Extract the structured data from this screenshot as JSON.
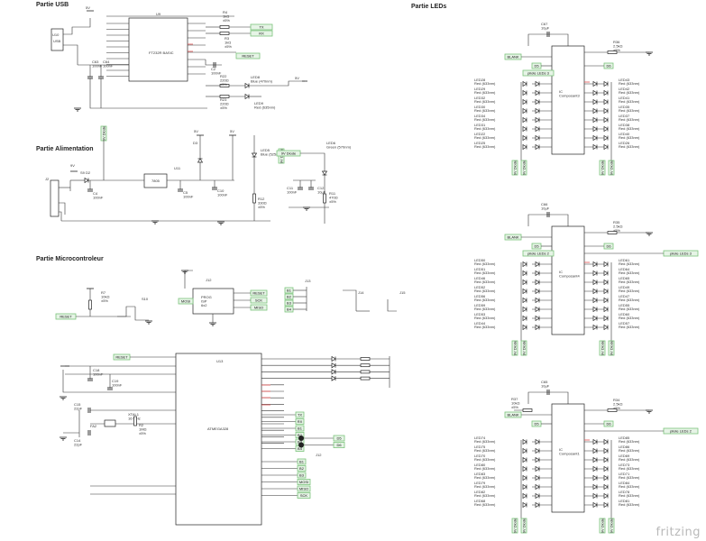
{
  "sections": {
    "usb": "Partie USB",
    "leds": "Partie LEDs",
    "alim": "Partie Alimentation",
    "micro": "Partie Microcontroleur"
  },
  "watermark": "fritzing",
  "usb": {
    "u10_ref": "U10",
    "u10_label": "USB",
    "u9_ref": "U9",
    "u9_label": "FT232R BASIC",
    "tx": "TX",
    "rx": "RX",
    "reset": "RESET",
    "vcc": "5V",
    "c63": "C63\n100nF",
    "c64": "C64\n100nF",
    "c2": "C2\n100nF",
    "r4": "R4\n1kΩ\n±5%",
    "r3": "R3\n1kΩ\n±5%",
    "r22": "R22\n220Ω\n±5%",
    "r23": "R23\n220Ω\n±5%",
    "led8": "LED8\nBlue (470nm)",
    "led9": "LED9\nRed (635nm)"
  },
  "alim": {
    "j2": "J2",
    "s9": "S9",
    "d2": "D2",
    "d3": "D3",
    "u11": "U11",
    "u11_label": "7805",
    "c4": "C4\n100nF",
    "c5": "C5\n100nF",
    "c10": "C10\n100nF",
    "c11": "C11\n100nF",
    "c12": "C12\n10µF",
    "led5": "LED5\nBlue (525nm)",
    "led6": "LED6\nGreen (570nm)",
    "r12": "R12\n330Ω\n±5%",
    "r11": "R11\n470Ω\n±5%",
    "diode_tag": "9V Diode",
    "v9": "9V",
    "v5": "5V"
  },
  "micro": {
    "reset": "RESET",
    "r7": "R7\n10kΩ\n±5%",
    "s10": "S10",
    "j12": "J12",
    "j12_label": "PROG\nISP\n6x2",
    "isp_mosi": "MOSI",
    "isp_reset": "RESET",
    "isp_sck": "SCK",
    "isp_miso": "MISO",
    "j13": "J13",
    "j14": "J14",
    "j15": "J15",
    "b": [
      "B1",
      "B2",
      "B3",
      "B4"
    ],
    "u13": "U13",
    "u13_label": "ATMEGA328",
    "c18": "C18\n100nF",
    "c19": "C19\n100nF",
    "c15": "C15\n22pF",
    "c14": "C14\n22pF",
    "xtal": "XTAL1\n16 MHz",
    "fa2": "FA2",
    "r2": "R2\n1MΩ\n±5%",
    "out_left": [
      "TX",
      "RX",
      "B1",
      "B2",
      "B3",
      "B4"
    ],
    "out_right": [
      "D5",
      "D6",
      "B1",
      "B2",
      "B3",
      "MOSI",
      "MISO",
      "SCK"
    ]
  },
  "leds": {
    "blocks": [
      {
        "cap": "C67\n10µF",
        "r_top": "R36\n2.5kΩ\n±5%",
        "ic": "IC\nComposant3",
        "blank": "BLANK",
        "pilote_in": "pilote LEDs 3",
        "pilote_out": "",
        "left": [
          {
            "n": "LED28",
            "c": "Red (633nm)"
          },
          {
            "n": "LED29",
            "c": "Red (633nm)"
          },
          {
            "n": "LED32",
            "c": "Red (633nm)"
          },
          {
            "n": "LED30",
            "c": "Red (633nm)"
          },
          {
            "n": "LED34",
            "c": "Red (633nm)"
          },
          {
            "n": "LED31",
            "c": "Red (633nm)"
          },
          {
            "n": "LED22",
            "c": "Red (633nm)"
          },
          {
            "n": "LED25",
            "c": "Red (633nm)"
          }
        ],
        "right": [
          {
            "n": "LED43",
            "c": "Red (633nm)"
          },
          {
            "n": "LED42",
            "c": "Red (633nm)"
          },
          {
            "n": "LED41",
            "c": "Red (633nm)"
          },
          {
            "n": "LED35",
            "c": "Red (633nm)"
          },
          {
            "n": "LED37",
            "c": "Red (633nm)"
          },
          {
            "n": "LED38",
            "c": "Red (633nm)"
          },
          {
            "n": "LED40",
            "c": "Red (633nm)"
          },
          {
            "n": "LED26",
            "c": "Red (633nm)"
          }
        ]
      },
      {
        "cap": "C66\n10µF",
        "r_top": "R35\n2.5kΩ\n±5%",
        "ic": "IC\nComposant4",
        "blank": "BLANK",
        "pilote_in": "pilote LEDs 2",
        "pilote_out": "pilote LEDs 3",
        "left": [
          {
            "n": "LED50",
            "c": "Red (633nm)"
          },
          {
            "n": "LED51",
            "c": "Red (633nm)"
          },
          {
            "n": "LED46",
            "c": "Red (633nm)"
          },
          {
            "n": "LED52",
            "c": "Red (633nm)"
          },
          {
            "n": "LED56",
            "c": "Red (633nm)"
          },
          {
            "n": "LED59",
            "c": "Red (633nm)"
          },
          {
            "n": "LED53",
            "c": "Red (633nm)"
          },
          {
            "n": "LED44",
            "c": "Red (633nm)"
          }
        ],
        "right": [
          {
            "n": "LED61",
            "c": "Red (633nm)"
          },
          {
            "n": "LED64",
            "c": "Red (633nm)"
          },
          {
            "n": "LED65",
            "c": "Red (633nm)"
          },
          {
            "n": "LED49",
            "c": "Red (633nm)"
          },
          {
            "n": "LED47",
            "c": "Red (633nm)"
          },
          {
            "n": "LED55",
            "c": "Red (633nm)"
          },
          {
            "n": "LED60",
            "c": "Red (633nm)"
          },
          {
            "n": "LED57",
            "c": "Red (633nm)"
          }
        ]
      },
      {
        "cap": "C65\n10µF",
        "r_top": "R34\n2.5kΩ\n±5%",
        "r_left": "R37\n10kΩ\n±5%",
        "ic": "IC\nComposant1",
        "blank": "BLANK",
        "pilote_in": "",
        "pilote_out": "pilote LEDs 2",
        "left": [
          {
            "n": "LED74",
            "c": "Red (633nm)"
          },
          {
            "n": "LED75",
            "c": "Red (633nm)"
          },
          {
            "n": "LED70",
            "c": "Red (633nm)"
          },
          {
            "n": "LED80",
            "c": "Red (633nm)"
          },
          {
            "n": "LED83",
            "c": "Red (633nm)"
          },
          {
            "n": "LED79",
            "c": "Red (633nm)"
          },
          {
            "n": "LED82",
            "c": "Red (633nm)"
          },
          {
            "n": "LED68",
            "c": "Red (633nm)"
          }
        ],
        "right": [
          {
            "n": "LED85",
            "c": "Red (633nm)"
          },
          {
            "n": "LED86",
            "c": "Red (633nm)"
          },
          {
            "n": "LED69",
            "c": "Red (633nm)"
          },
          {
            "n": "LED73",
            "c": "Red (633nm)"
          },
          {
            "n": "LED71",
            "c": "Red (633nm)"
          },
          {
            "n": "LED84",
            "c": "Red (633nm)"
          },
          {
            "n": "LED78",
            "c": "Red (633nm)"
          },
          {
            "n": "LED81",
            "c": "Red (633nm)"
          }
        ]
      }
    ],
    "d5": "D5",
    "d6": "D6",
    "v5": "5V",
    "gnd_tag": "9V Diode"
  },
  "colors": {
    "wire": "#333333",
    "net": "#7cc47c",
    "netfill": "#e6f4e6",
    "comp": "#222222",
    "red": "#e05050"
  }
}
